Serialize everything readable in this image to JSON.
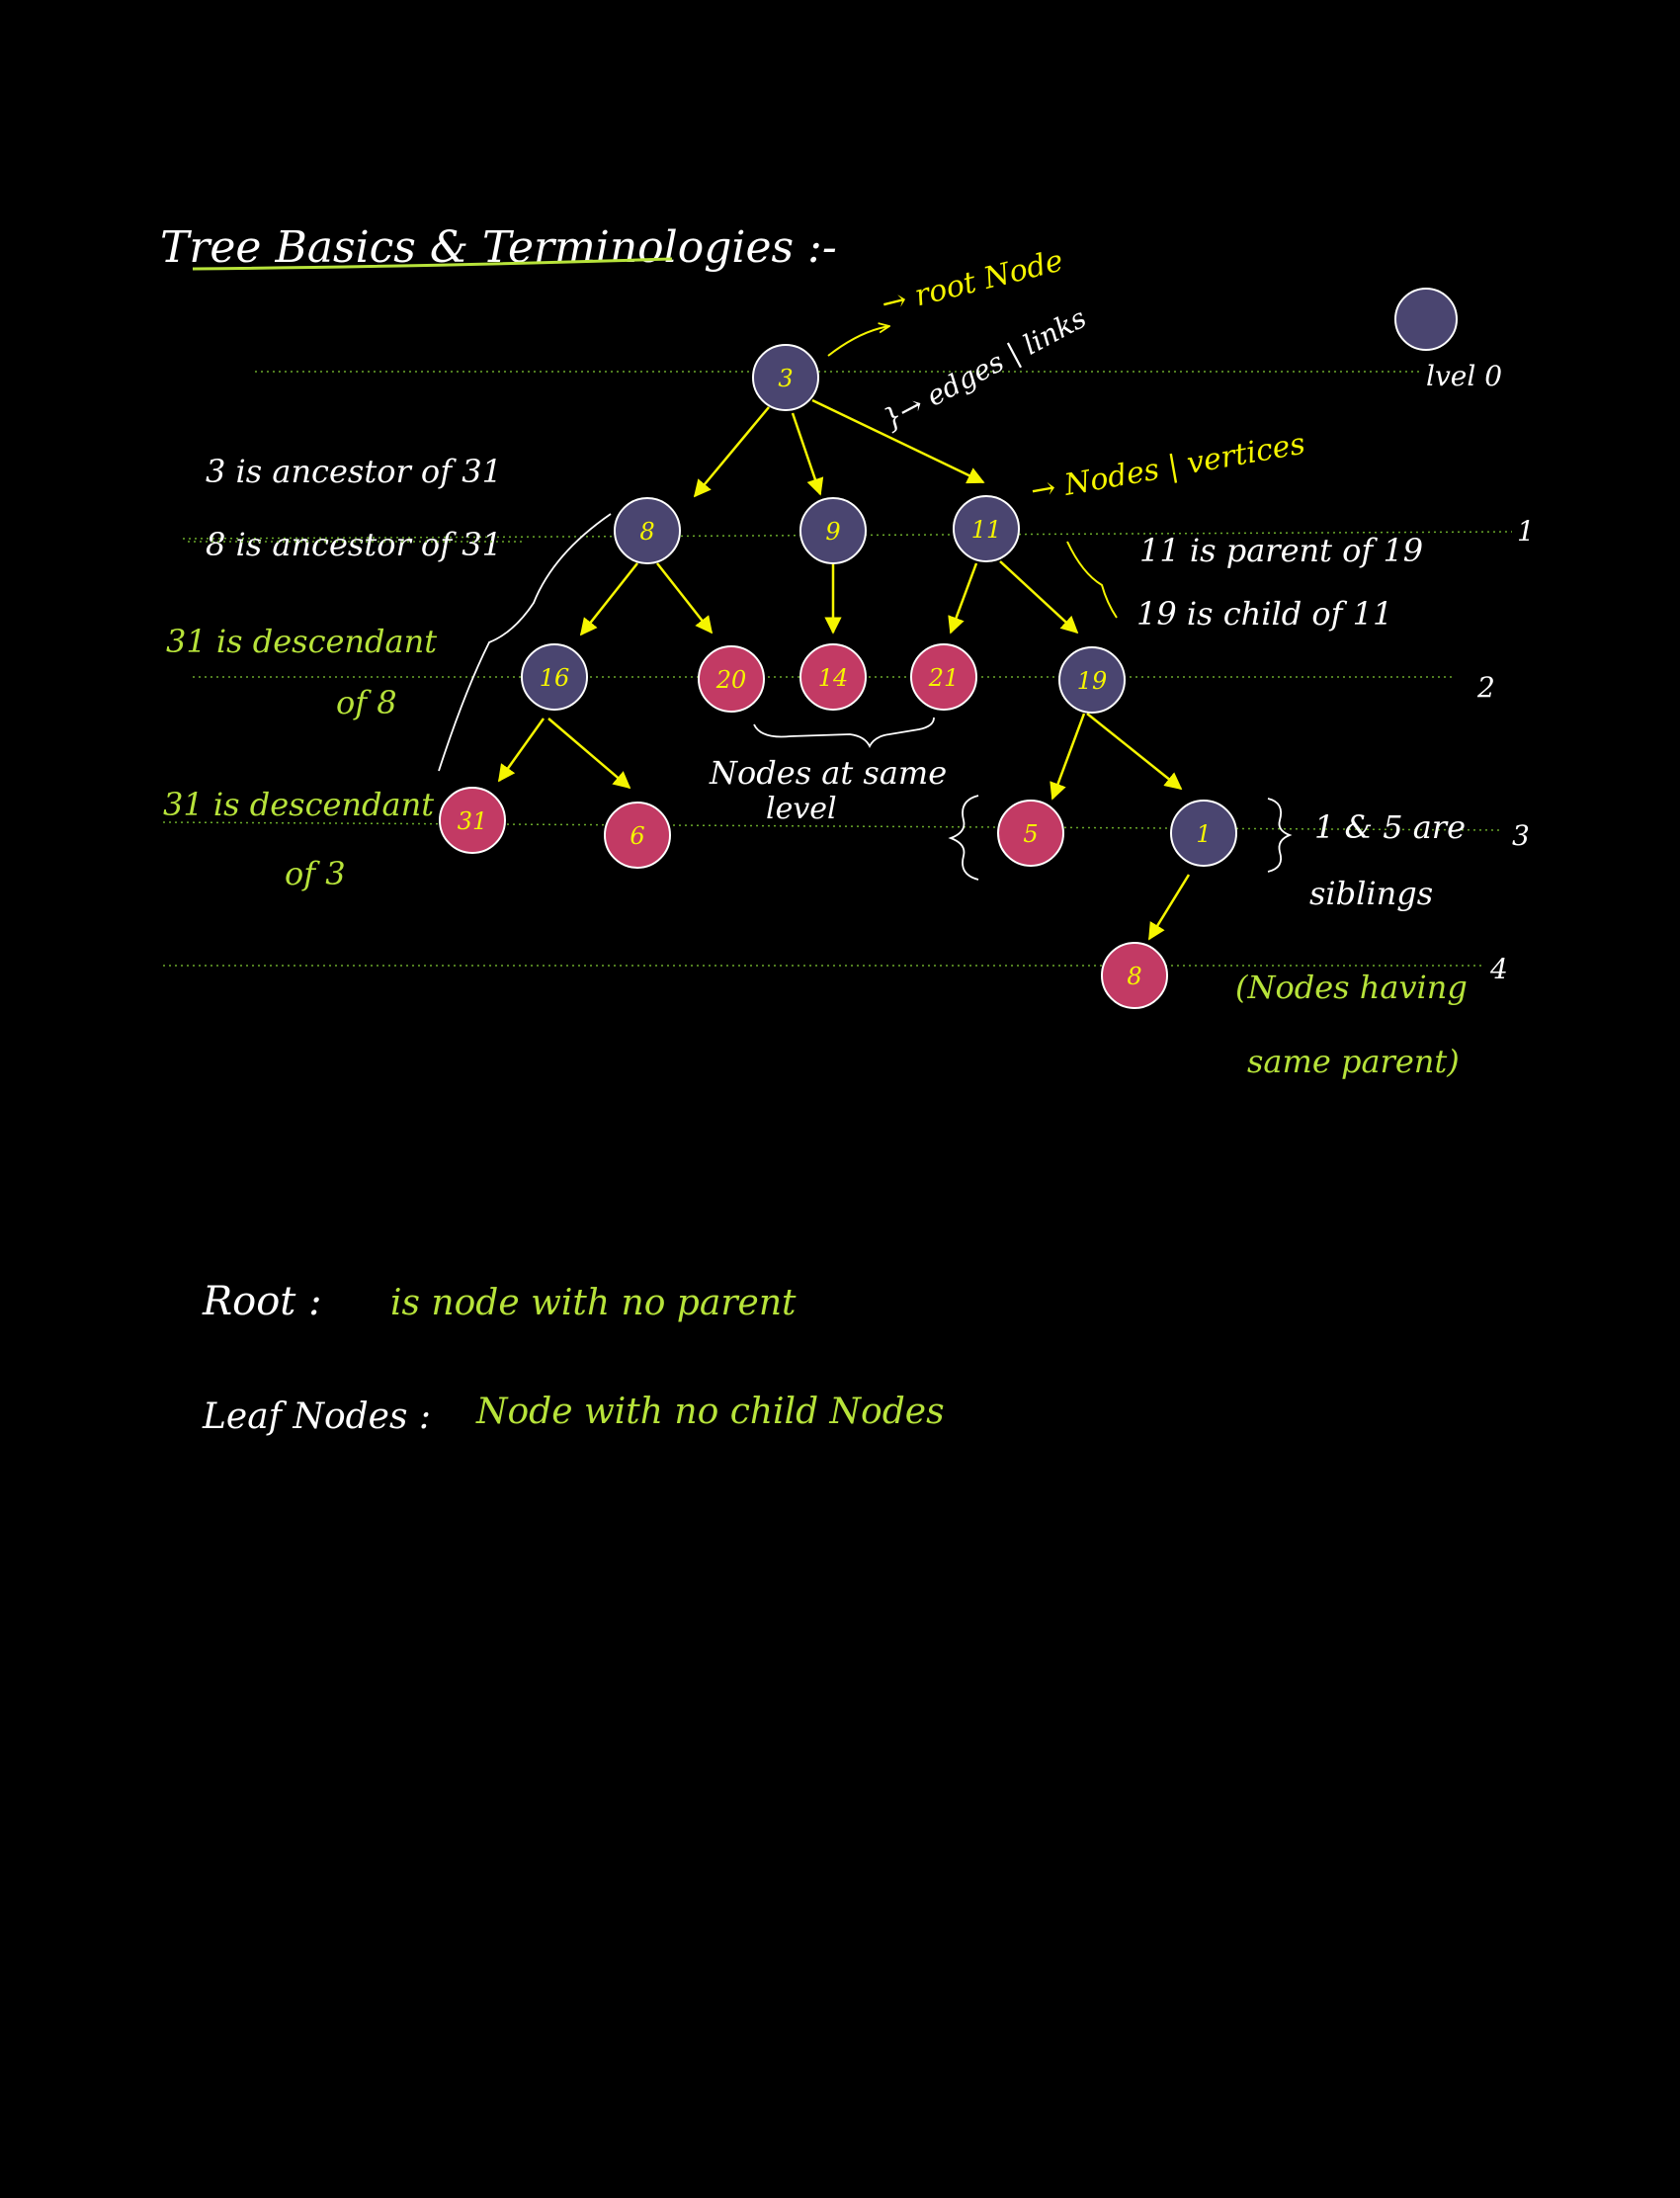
{
  "title": "Tree Basics & Terminologies :-",
  "colors": {
    "background": "#000000",
    "internal_node": "#4a4570",
    "leaf_node": "#c23a64",
    "node_stroke": "#ffffff",
    "edge": "#f5f500",
    "level_line": "#6aa82a",
    "green_text": "#b7e33a",
    "white_text": "#ffffff"
  },
  "legend_node_label": "lvel 0",
  "level_labels": [
    "1",
    "2",
    "3",
    "4"
  ],
  "nodes": {
    "n3": "3",
    "n8": "8",
    "n9": "9",
    "n11": "11",
    "n16": "16",
    "n20": "20",
    "n14": "14",
    "n21": "21",
    "n19": "19",
    "n31": "31",
    "n6": "6",
    "n5": "5",
    "n1": "1",
    "n8b": "8"
  },
  "annotations": {
    "root_node": "→ root Node",
    "edges_links": "}→ edges | links",
    "nodes_vertices": "→ Nodes | vertices",
    "ancestor_1": "3 is ancestor of 31",
    "ancestor_2": "8 is ancestor of 31",
    "descendant_1_line1": "31 is descendant",
    "descendant_1_line2": "of 8",
    "descendant_2_line1": "31 is descendant",
    "descendant_2_line2": "of 3",
    "parent_of": "11 is parent of 19",
    "child_of": "19 is child of 11",
    "same_level_line1": "Nodes at same",
    "same_level_line2": "level",
    "siblings_line1": "1 & 5 are",
    "siblings_line2": "siblings",
    "siblings_note_line1": "(Nodes having",
    "siblings_note_line2": "same parent)"
  },
  "definitions": {
    "root_term": "Root :",
    "root_def": "is node with no parent",
    "leaf_term": "Leaf Nodes :",
    "leaf_def": "Node with no child Nodes"
  }
}
